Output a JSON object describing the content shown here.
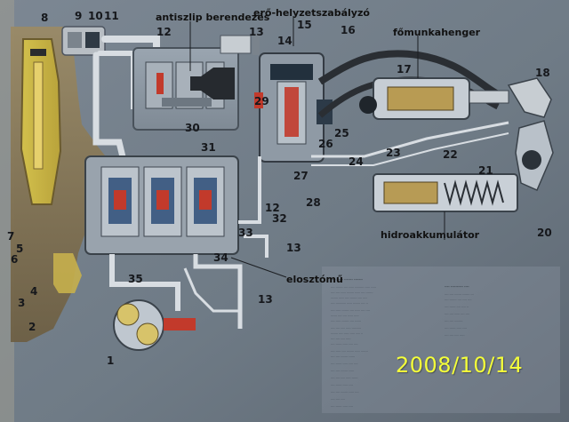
{
  "poster": {
    "labels": {
      "antiszlip": "antiszlip berendezés",
      "ero_szabalyzo": "erő-helyzetszabályzó",
      "fomunkahenger": "főmunkahenger",
      "hidroakkumulator": "hidroakkumulátor",
      "elosztomu": "elosztómű"
    },
    "numbers": [
      "1",
      "2",
      "3",
      "4",
      "5",
      "6",
      "7",
      "8",
      "9",
      "10",
      "11",
      "12",
      "13",
      "14",
      "15",
      "16",
      "17",
      "18",
      "20",
      "21",
      "22",
      "23",
      "24",
      "25",
      "26",
      "27",
      "28",
      "29",
      "30",
      "31",
      "32",
      "33",
      "34",
      "35"
    ],
    "numbers_extra": [
      "12",
      "13",
      "13"
    ]
  },
  "overlay": {
    "timestamp": "2008/10/14",
    "timestamp_color": "#f4ff3a"
  },
  "palette": {
    "background": "#6f7c88",
    "panel": "#8f9aa5",
    "tank": "#d8c45a",
    "body_brown": "#8b7a5a",
    "pipe": "#d8dde2",
    "component": "#c4c8cd",
    "red": "#c23a2b",
    "blue": "#2d4d78",
    "dark": "#1f242a"
  }
}
